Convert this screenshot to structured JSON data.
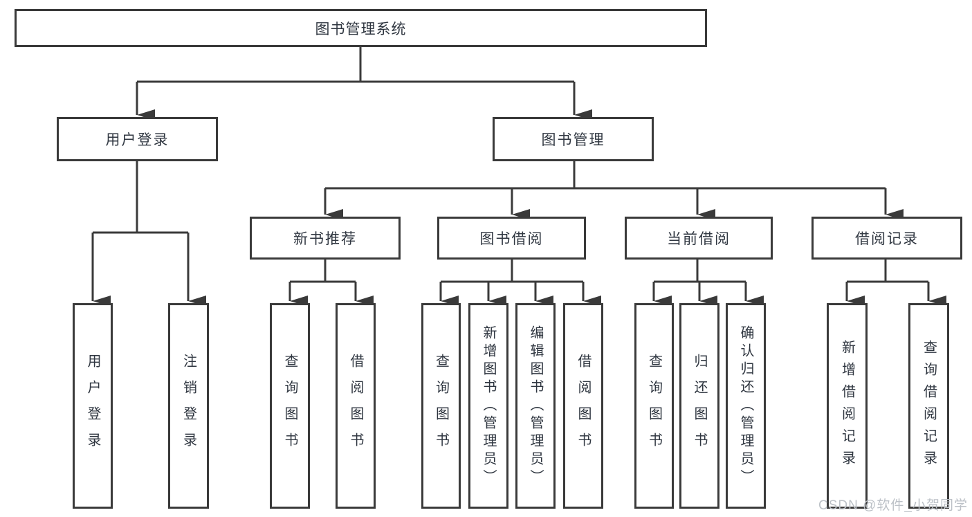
{
  "tree": {
    "root": {
      "label": "图书管理系统"
    },
    "level2": [
      {
        "label": "用户登录"
      },
      {
        "label": "图书管理"
      }
    ],
    "level3": [
      {
        "label": "新书推荐"
      },
      {
        "label": "图书借阅"
      },
      {
        "label": "当前借阅"
      },
      {
        "label": "借阅记录"
      }
    ],
    "leaves": {
      "user_login": [
        "用户登录",
        "注销登录"
      ],
      "new_book": [
        "查询图书",
        "借阅图书"
      ],
      "book_borrow": [
        "查询图书",
        "新增图书（管理员）",
        "编辑图书（管理员）",
        "借阅图书"
      ],
      "current_borrow": [
        "查询图书",
        "归还图书",
        "确认归还（管理员）"
      ],
      "borrow_record": [
        "新增借阅记录",
        "查询借阅记录"
      ]
    }
  },
  "watermark": {
    "text": "CSDN @软件_小贺同学"
  },
  "colors": {
    "line": "#3a3a3a",
    "text": "#2f3640",
    "watermark": "#bcc1c7",
    "background": "#ffffff"
  }
}
